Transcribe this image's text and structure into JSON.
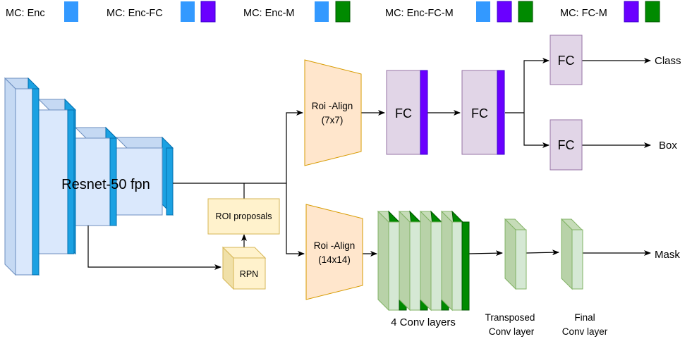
{
  "legend": [
    {
      "label": "MC: Enc",
      "swatches": [
        "#3399ff"
      ]
    },
    {
      "label": "MC: Enc-FC",
      "swatches": [
        "#3399ff",
        "#6a00ff"
      ]
    },
    {
      "label": "MC: Enc-M",
      "swatches": [
        "#3399ff",
        "#008a00"
      ]
    },
    {
      "label": "MC: Enc-FC-M",
      "swatches": [
        "#3399ff",
        "#6a00ff",
        "#008a00"
      ]
    },
    {
      "label": "MC: FC-M",
      "swatches": [
        "#6a00ff",
        "#008a00"
      ]
    }
  ],
  "colors": {
    "enc": "#3399ff",
    "fc": "#6a00ff",
    "mask": "#008a00",
    "backbone_fill": "#dae8fc",
    "roi_align_fill": "#ffe6cc",
    "roi_align_stroke": "#d79b00",
    "fc_fill": "#e1d5e7",
    "conv_fill": "#b8d2a8",
    "conv_light_fill": "#d5e8d4",
    "rpn_fill": "#fff2cc",
    "rpn_stroke": "#d6b656"
  },
  "backbone": {
    "label": "Resnet-50 fpn"
  },
  "rpn": {
    "label": "RPN"
  },
  "roi_proposals": {
    "label": "ROI proposals"
  },
  "roi_align_box": {
    "line1": "Roi -Align",
    "line2": "(7x7)"
  },
  "roi_align_mask": {
    "line1": "Roi -Align",
    "line2": "(14x14)"
  },
  "fc_blocks": [
    "FC",
    "FC",
    "FC",
    "FC"
  ],
  "outputs": {
    "class": "Class",
    "box": "Box",
    "mask": "Mask"
  },
  "conv_layers": {
    "label": "4 Conv layers"
  },
  "transposed": {
    "line1": "Transposed",
    "line2": "Conv layer"
  },
  "final": {
    "line1": "Final",
    "line2": "Conv layer"
  }
}
